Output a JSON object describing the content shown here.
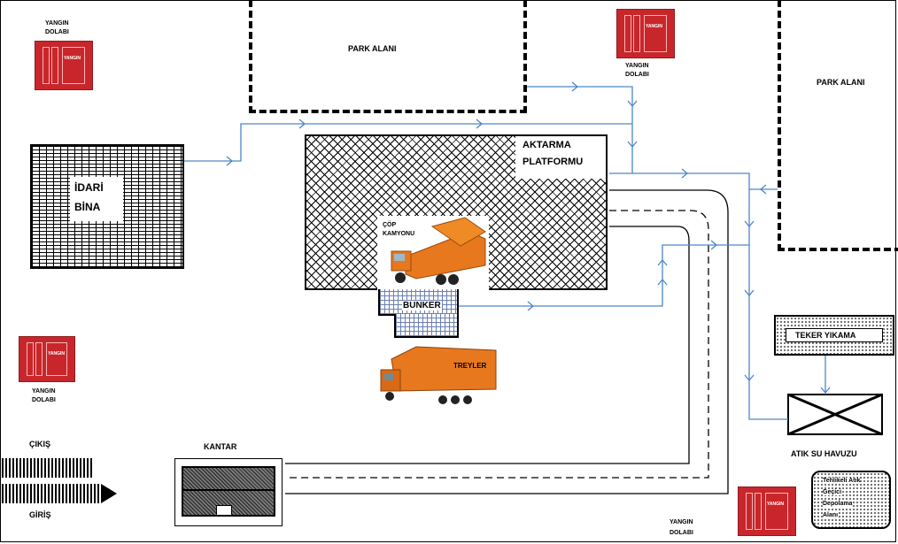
{
  "labels": {
    "park_alani_1": "PARK ALANI",
    "park_alani_2": "PARK ALANI",
    "idari_line1": "İDARİ",
    "idari_line2": "BİNA",
    "aktarma_line1": "AKTARMA",
    "aktarma_line2": "PLATFORMU",
    "cop_line1": "ÇÖP",
    "cop_line2": "KAMYONU",
    "bunker": "BUNKER",
    "treyler": "TREYLER",
    "teker_yikama": "TEKER YIKAMA",
    "atik_su_havuzu": "ATIK SU HAVUZU",
    "kantar": "KANTAR",
    "cikis": "ÇIKIŞ",
    "giris": "GİRİŞ",
    "tehlikeli_1": "Tehlikeli  Atık",
    "tehlikeli_2": "Geçici",
    "tehlikeli_3": "Depolama",
    "tehlikeli_4": "Alanı"
  },
  "fire_cabinets": [
    {
      "line1": "YANGIN",
      "line2": "DOLABI",
      "tag": "YANGIN"
    },
    {
      "line1": "YANGIN",
      "line2": "DOLABI",
      "tag": "YANGIN"
    },
    {
      "line1": "YANGIN",
      "line2": "DOLABI",
      "tag": "YANGIN"
    },
    {
      "line1": "YANGIN",
      "line2": "DOLABI",
      "tag": "YANGIN"
    }
  ],
  "colors": {
    "flow_line": "#4f86c6",
    "cabinet_red": "#c8262b",
    "truck_orange": "#e8781e"
  }
}
